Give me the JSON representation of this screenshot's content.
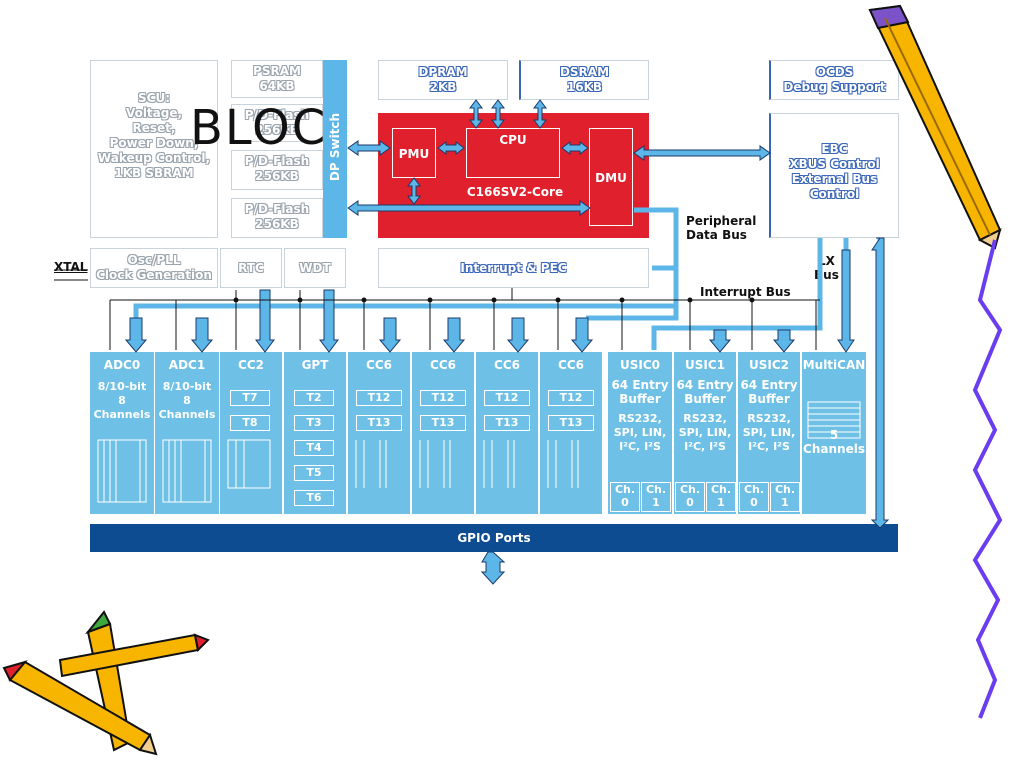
{
  "slide_title": "BLOC",
  "top_blocks": {
    "scu": "SCU:\nVoltage,\nReset,\nPower Down,\nWakeup Control,\n1KB SBRAM",
    "psram": "PSRAM\n64KB",
    "pd_flash_1": "P/D-Flash\n256KB",
    "pd_flash_2": "P/D-Flash\n256KB",
    "pd_flash_3": "P/D-Flash\n256KB",
    "dp_switch": "DP Switch",
    "dpram": "DPRAM\n2KB",
    "dsram": "DSRAM\n16KB",
    "ocds": "OCDS\nDebug Support",
    "ebc": "EBC\nXBUS Control\nExternal Bus\nControl",
    "osc_pll": "Osc/PLL\nClock Generation",
    "xtal": "XTAL",
    "rtc": "RTC",
    "wdt": "WDT",
    "interrupt_pec": "Interrupt & PEC"
  },
  "core": {
    "pmu": "PMU",
    "cpu": "CPU",
    "dmu": "DMU",
    "core_name": "C166SV2-Core"
  },
  "bus_labels": {
    "peripheral_data_bus": "Peripheral\nData Bus",
    "lx_bus": "LX\nBus",
    "interrupt_bus": "Interrupt Bus"
  },
  "peripherals": {
    "adc0": {
      "name": "ADC0",
      "desc": "8/10-bit\n8\nChannels"
    },
    "adc1": {
      "name": "ADC1",
      "desc": "8/10-bit\n8\nChannels"
    },
    "cc2": {
      "name": "CC2",
      "timers": [
        "T7",
        "T8"
      ]
    },
    "gpt": {
      "name": "GPT",
      "timers": [
        "T2",
        "T3",
        "T4",
        "T5",
        "T6"
      ]
    },
    "cc6": [
      {
        "name": "CC6",
        "timers": [
          "T12",
          "T13"
        ]
      },
      {
        "name": "CC6",
        "timers": [
          "T12",
          "T13"
        ]
      },
      {
        "name": "CC6",
        "timers": [
          "T12",
          "T13"
        ]
      },
      {
        "name": "CC6",
        "timers": [
          "T12",
          "T13"
        ]
      }
    ],
    "usic": [
      {
        "name": "USIC0",
        "desc": "64 Entry\nBuffer",
        "proto": "RS232,\nSPI, LIN,\nI²C, I²S",
        "ch0": "Ch.\n0",
        "ch1": "Ch.\n1"
      },
      {
        "name": "USIC1",
        "desc": "64 Entry\nBuffer",
        "proto": "RS232,\nSPI, LIN,\nI²C, I²S",
        "ch0": "Ch.\n0",
        "ch1": "Ch.\n1"
      },
      {
        "name": "USIC2",
        "desc": "64 Entry\nBuffer",
        "proto": "RS232,\nSPI, LIN,\nI²C, I²S",
        "ch0": "Ch.\n0",
        "ch1": "Ch.\n1"
      }
    ],
    "multican": {
      "name": "MultiCAN",
      "desc": "5\nChannels"
    }
  },
  "gpio": "GPIO Ports",
  "colors": {
    "red": "#e0202c",
    "periph_blue": "#6fc0e6",
    "gpio_blue": "#0e4c92",
    "arrow_blue": "#5db6e8"
  }
}
